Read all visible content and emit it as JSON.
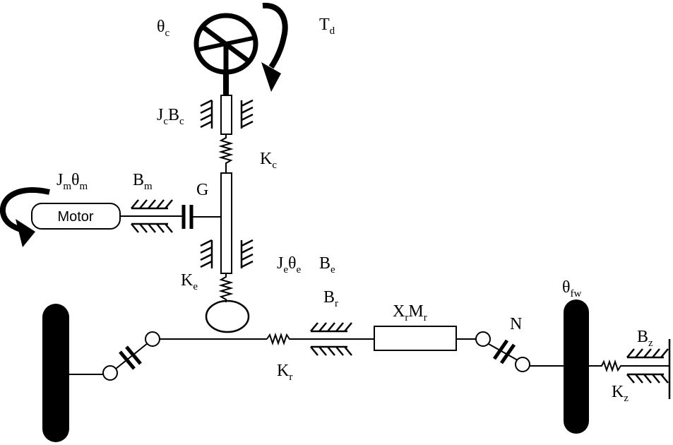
{
  "labels": {
    "theta_c": {
      "main": "θ",
      "sub": "c"
    },
    "T_d": {
      "main": "T",
      "sub": "d"
    },
    "J_cB_c": {
      "p1": "J",
      "s1": "c",
      "p2": "B",
      "s2": "c"
    },
    "K_c": {
      "main": "K",
      "sub": "c"
    },
    "J_m_theta_m": {
      "p1": "J",
      "s1": "m",
      "p2": "θ",
      "s2": "m"
    },
    "B_m": {
      "main": "B",
      "sub": "m"
    },
    "G": "G",
    "motor": "Motor",
    "J_e_theta_e": {
      "p1": "J",
      "s1": "e",
      "p2": "θ",
      "s2": "e"
    },
    "B_e": {
      "main": "B",
      "sub": "e"
    },
    "K_e": {
      "main": "K",
      "sub": "e"
    },
    "B_r": {
      "main": "B",
      "sub": "r"
    },
    "X_rM_r": {
      "p1": "X",
      "s1": "r",
      "p2": "M",
      "s2": "r"
    },
    "K_r": {
      "main": "K",
      "sub": "r"
    },
    "N": "N",
    "theta_fw": {
      "main": "θ",
      "sub": "fw"
    },
    "B_z": {
      "main": "B",
      "sub": "z"
    },
    "K_z": {
      "main": "K",
      "sub": "z"
    }
  }
}
